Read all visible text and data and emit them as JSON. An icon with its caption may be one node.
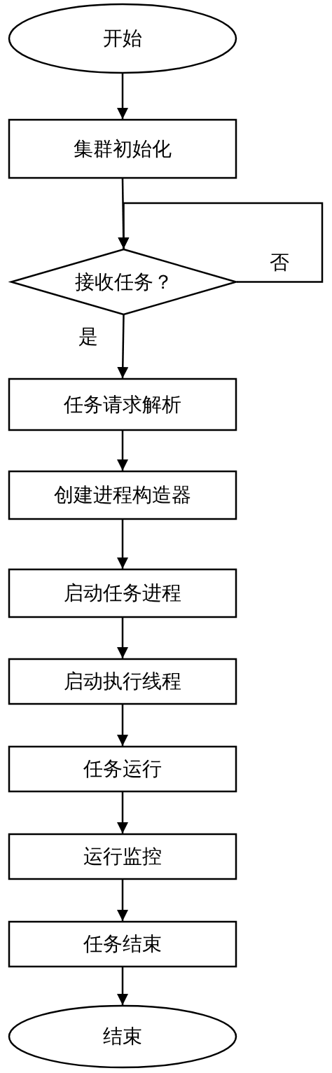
{
  "diagram": {
    "nodes": [
      {
        "text": [
          "开始"
        ]
      },
      {
        "text": [
          "集群初始化"
        ]
      },
      {
        "text": [
          "接收任务？"
        ]
      },
      {
        "text": [
          "任务请求解析"
        ]
      },
      {
        "text": [
          "创建进程构造器"
        ]
      },
      {
        "text": [
          "启动任务进程"
        ]
      },
      {
        "text": [
          "启动执行线程"
        ]
      },
      {
        "text": [
          "任务运行"
        ]
      },
      {
        "text": [
          "运行监控"
        ]
      },
      {
        "text": [
          "任务结束"
        ]
      },
      {
        "text": [
          "结束"
        ]
      }
    ],
    "edges": [
      {
        "from": 0,
        "to": 1,
        "arrow": "to"
      },
      {
        "from": 1,
        "to": 2,
        "arrow": "to"
      },
      {
        "from": 2,
        "to": 2,
        "arrow": "to",
        "label": "否"
      },
      {
        "from": 2,
        "to": 3,
        "arrow": "to",
        "label": "是"
      },
      {
        "from": 3,
        "to": 4,
        "arrow": "to"
      },
      {
        "from": 4,
        "to": 5,
        "arrow": "to"
      },
      {
        "from": 5,
        "to": 6,
        "arrow": "to"
      },
      {
        "from": 6,
        "to": 7,
        "arrow": "to"
      },
      {
        "from": 7,
        "to": 8,
        "arrow": "to"
      },
      {
        "from": 8,
        "to": 9,
        "arrow": "to"
      },
      {
        "from": 9,
        "to": 10,
        "arrow": "to"
      }
    ]
  }
}
